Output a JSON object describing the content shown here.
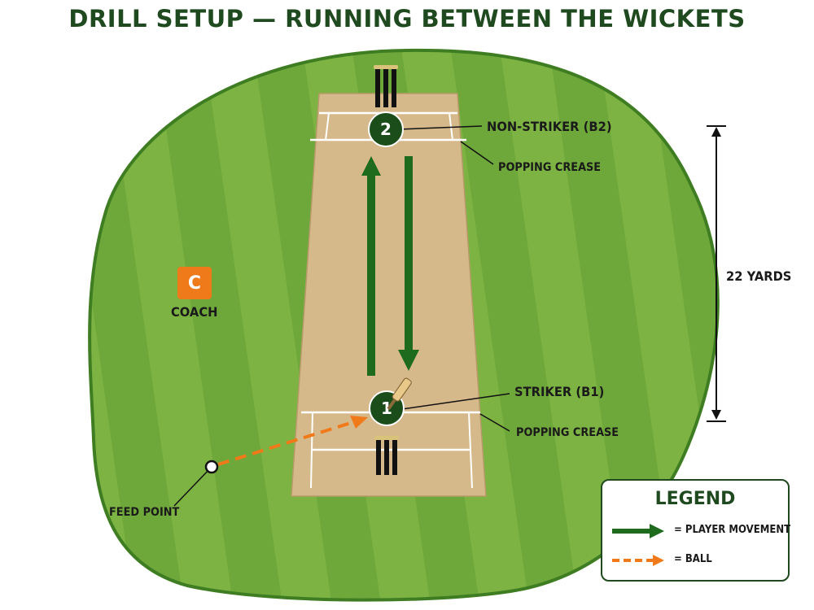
{
  "title": "DRILL SETUP — RUNNING BETWEEN THE WICKETS",
  "players": {
    "non_striker": {
      "number": "2",
      "label": "NON-STRIKER (B2)"
    },
    "striker": {
      "number": "1",
      "label": "STRIKER (B1)"
    }
  },
  "crease": {
    "top_label": "POPPING CREASE",
    "bottom_label": "POPPING CREASE"
  },
  "distance_label": "22 YARDS",
  "coach": {
    "badge": "C",
    "label": "COACH"
  },
  "feed_point_label": "FEED POINT",
  "legend": {
    "title": "LEGEND",
    "items": [
      {
        "label": "=  PLAYER MOVEMENT",
        "style": "solid",
        "color": "#1e6b1e"
      },
      {
        "label": "=  BALL",
        "style": "dashed",
        "color": "#f07a1a"
      }
    ]
  },
  "colors": {
    "title": "#1f4a1f",
    "field_light": "#7cb342",
    "field_dark": "#6aa336",
    "pitch": "#d6b98a",
    "player_circle": "#1b4d1b",
    "movement": "#1e6b1e",
    "ball": "#f07a1a",
    "coach": "#ef7a1a"
  }
}
